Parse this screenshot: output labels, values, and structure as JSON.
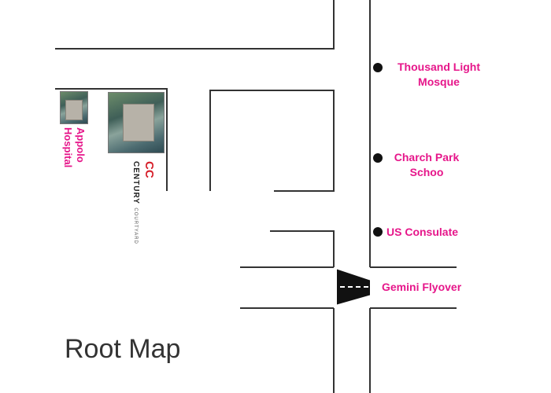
{
  "map": {
    "title": "Root Map",
    "colors": {
      "label": "#e6168a",
      "road": "#333333",
      "marker": "#111111"
    },
    "landmarks": [
      {
        "id": "thousand-light-mosque",
        "label": "Thousand Light\nMosque"
      },
      {
        "id": "church-park-school",
        "label": "Charch Park\nSchoo"
      },
      {
        "id": "us-consulate",
        "label": "US Consulate"
      },
      {
        "id": "gemini-flyover",
        "label": "Gemini Flyover"
      }
    ],
    "hospital": {
      "label": "Appolo\nHospital"
    },
    "project": {
      "logo": "CC",
      "name": "CENTURY",
      "sub": "COURTYARD"
    }
  }
}
